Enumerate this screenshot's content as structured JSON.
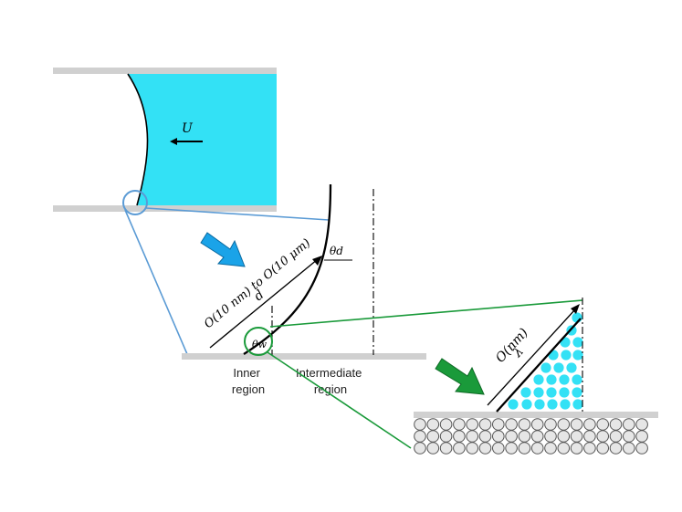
{
  "labels": {
    "velocity": "U",
    "scale_mid": "O(10 nm) to O(10 μm)",
    "d": "d",
    "theta_d": "θd",
    "theta_w": "θw",
    "inner_region": [
      "Inner",
      "region"
    ],
    "intermediate_region": [
      "Intermediate",
      "region"
    ],
    "scale_small": "O(nm)",
    "lambda": "λ"
  },
  "colors": {
    "liquid": "#33e1f5",
    "plate": "#d0d0d0",
    "zoom_blue": "#5b9bd5",
    "zoom_green": "#1a9a3a",
    "arrow_blue": "#1aa3e8",
    "arrow_green": "#1a9a3a",
    "atom_fill": "#e6e6e6",
    "molecule_fill": "#33e1f5"
  },
  "icons": {
    "blue_arrow": "thick-arrow-down-right-icon",
    "green_arrow": "thick-arrow-down-right-icon"
  }
}
